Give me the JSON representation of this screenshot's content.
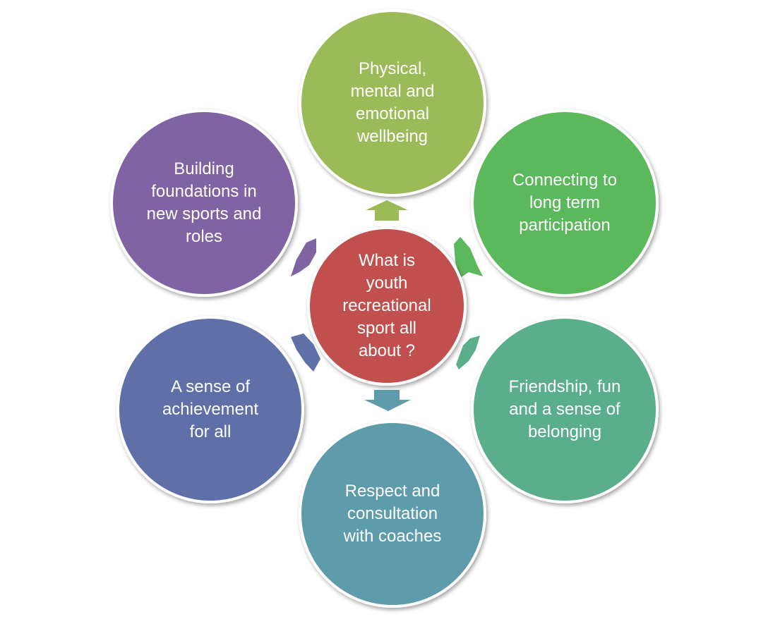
{
  "diagram": {
    "center": {
      "label": "What is youth recreational sport all about ?",
      "color": "#c0504d"
    },
    "nodes": [
      {
        "id": "wellbeing",
        "label": "Physical, mental and emotional wellbeing",
        "color": "#9bbb59"
      },
      {
        "id": "participation",
        "label": "Connecting to long term participation",
        "color": "#5cb85c"
      },
      {
        "id": "friendship",
        "label": "Friendship, fun and a sense of belonging",
        "color": "#5aae8c"
      },
      {
        "id": "respect",
        "label": "Respect and consultation with coaches",
        "color": "#5f9cab"
      },
      {
        "id": "achievement",
        "label": "A sense of achievement for all",
        "color": "#5f6fa8"
      },
      {
        "id": "foundations",
        "label": "Building foundations in new sports and roles",
        "color": "#8064a2"
      }
    ],
    "border_color": "#ffffff"
  }
}
